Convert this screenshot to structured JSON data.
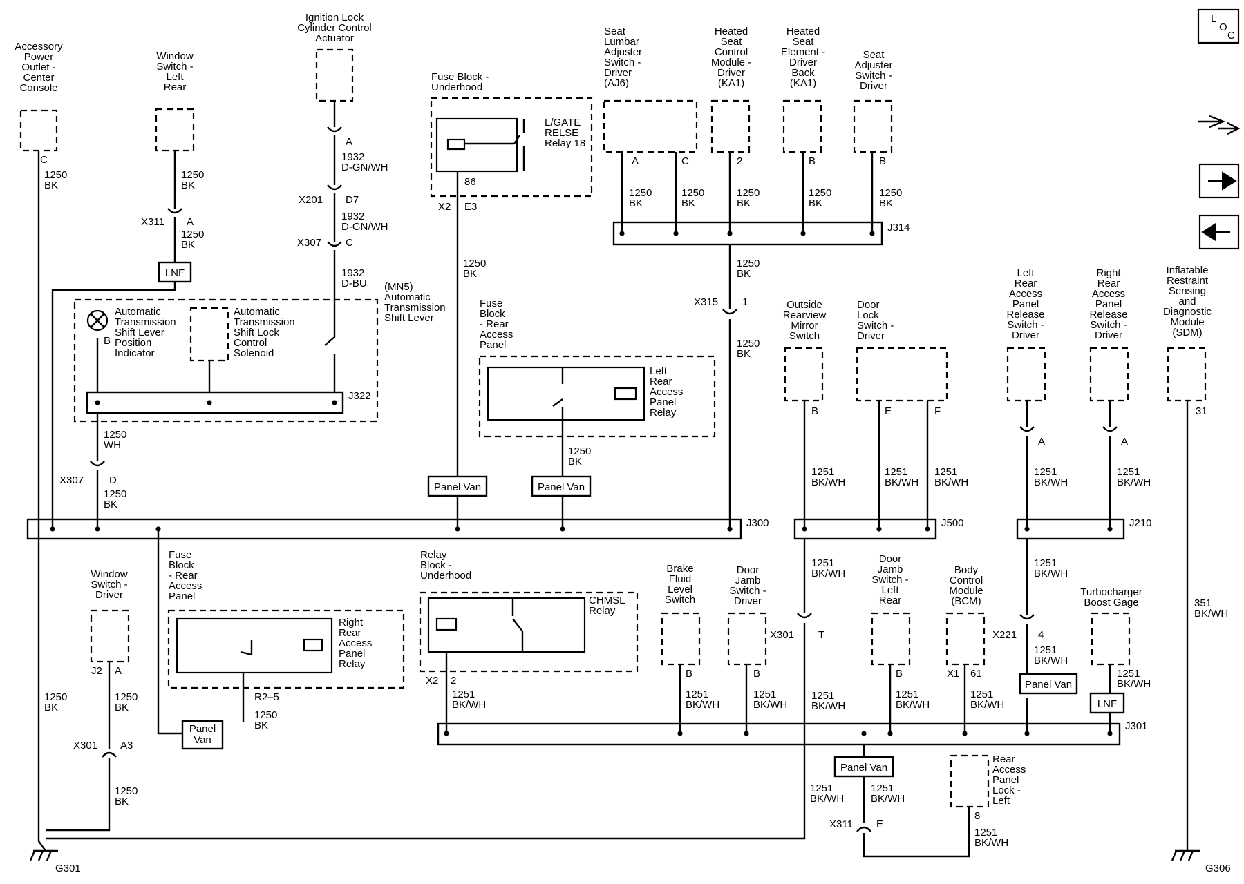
{
  "components": {
    "accessory_outlet": [
      "Accessory",
      "Power",
      "Outlet -",
      "Center",
      "Console"
    ],
    "window_switch_lr": [
      "Window",
      "Switch -",
      "Left",
      "Rear"
    ],
    "ignition_lock": [
      "Ignition Lock",
      "Cylinder Control",
      "Actuator"
    ],
    "fuse_block_underhood": [
      "Fuse Block -",
      "Underhood"
    ],
    "lgate_relay": [
      "L/GATE",
      "RELSE",
      "Relay 18"
    ],
    "seat_lumbar": [
      "Seat",
      "Lumbar",
      "Adjuster",
      "Switch -",
      "Driver",
      "(AJ6)"
    ],
    "heated_seat_module": [
      "Heated",
      "Seat",
      "Control",
      "Module -",
      "Driver",
      "(KA1)"
    ],
    "heated_seat_element": [
      "Heated",
      "Seat",
      "Element -",
      "Driver",
      "Back",
      "(KA1)"
    ],
    "seat_adjuster": [
      "Seat",
      "Adjuster",
      "Switch -",
      "Driver"
    ],
    "mn5_title": [
      "(MN5)",
      "Automatic",
      "Transmission",
      "Shift Lever"
    ],
    "shift_indicator": [
      "Automatic",
      "Transmission",
      "Shift Lever",
      "Position",
      "Indicator"
    ],
    "shift_solenoid": [
      "Automatic",
      "Transmission",
      "Shift Lock",
      "Control",
      "Solenoid"
    ],
    "fuse_rear_panel_1": [
      "Fuse",
      "Block",
      "- Rear",
      "Access",
      "Panel"
    ],
    "left_rear_relay": [
      "Left",
      "Rear",
      "Access",
      "Panel",
      "Relay"
    ],
    "outside_mirror": [
      "Outside",
      "Rearview",
      "Mirror",
      "Switch"
    ],
    "door_lock_switch": [
      "Door",
      "Lock",
      "Switch -",
      "Driver"
    ],
    "left_rear_release": [
      "Left",
      "Rear",
      "Access",
      "Panel",
      "Release",
      "Switch -",
      "Driver"
    ],
    "right_rear_release": [
      "Right",
      "Rear",
      "Access",
      "Panel",
      "Release",
      "Switch -",
      "Driver"
    ],
    "sdm": [
      "Inflatable",
      "Restraint",
      "Sensing",
      "and",
      "Diagnostic",
      "Module",
      "(SDM)"
    ],
    "window_switch_driver": [
      "Window",
      "Switch -",
      "Driver"
    ],
    "fuse_rear_panel_2": [
      "Fuse",
      "Block",
      "- Rear",
      "Access",
      "Panel"
    ],
    "right_rear_relay": [
      "Right",
      "Rear",
      "Access",
      "Panel",
      "Relay"
    ],
    "relay_block_underhood": [
      "Relay",
      "Block -",
      "Underhood"
    ],
    "chmsl_relay": [
      "CHMSL",
      "Relay"
    ],
    "brake_fluid": [
      "Brake",
      "Fluid",
      "Level",
      "Switch"
    ],
    "door_jamb_driver": [
      "Door",
      "Jamb",
      "Switch -",
      "Driver"
    ],
    "door_jamb_lr": [
      "Door",
      "Jamb",
      "Switch -",
      "Left",
      "Rear"
    ],
    "bcm": [
      "Body",
      "Control",
      "Module",
      "(BCM)"
    ],
    "turbo_gage": [
      "Turbocharger",
      "Boost Gage"
    ],
    "rear_panel_lock": [
      "Rear",
      "Access",
      "Panel",
      "Lock -",
      "Left"
    ]
  },
  "wires": {
    "w1250bk": [
      "1250",
      "BK"
    ],
    "w1932dgnwh": [
      "1932",
      "D-GN/WH"
    ],
    "w1932dbu": [
      "1932",
      "D-BU"
    ],
    "w1250wh": [
      "1250",
      "WH"
    ],
    "w1251bkwh": [
      "1251",
      "BK/WH"
    ],
    "w351bkwh": [
      "351",
      "BK/WH"
    ]
  },
  "pins": {
    "C": "C",
    "A": "A",
    "B": "B",
    "D": "D",
    "D7": "D7",
    "E": "E",
    "F": "F",
    "T": "T",
    "2": "2",
    "4": "4",
    "1": "1",
    "8": "8",
    "31": "31",
    "61": "61",
    "86": "86",
    "E3": "E3",
    "A3": "A3",
    "R2-5": "R2–5"
  },
  "connectors": {
    "X311": "X311",
    "X201": "X201",
    "X307": "X307",
    "X315": "X315",
    "X301": "X301",
    "X221": "X221",
    "X2": "X2",
    "X1": "X1",
    "J2": "J2"
  },
  "splices": {
    "J322": "J322",
    "J314": "J314",
    "J300": "J300",
    "J500": "J500",
    "J210": "J210",
    "J301": "J301"
  },
  "grounds": {
    "G301": "G301",
    "G306": "G306"
  },
  "tags": {
    "LNF": "LNF",
    "panel_van": "Panel Van",
    "panel_van_l1": "Panel",
    "panel_van_l2": "Van"
  },
  "nav": {
    "loc_l": "L",
    "loc_o": "O",
    "loc_c": "C"
  }
}
